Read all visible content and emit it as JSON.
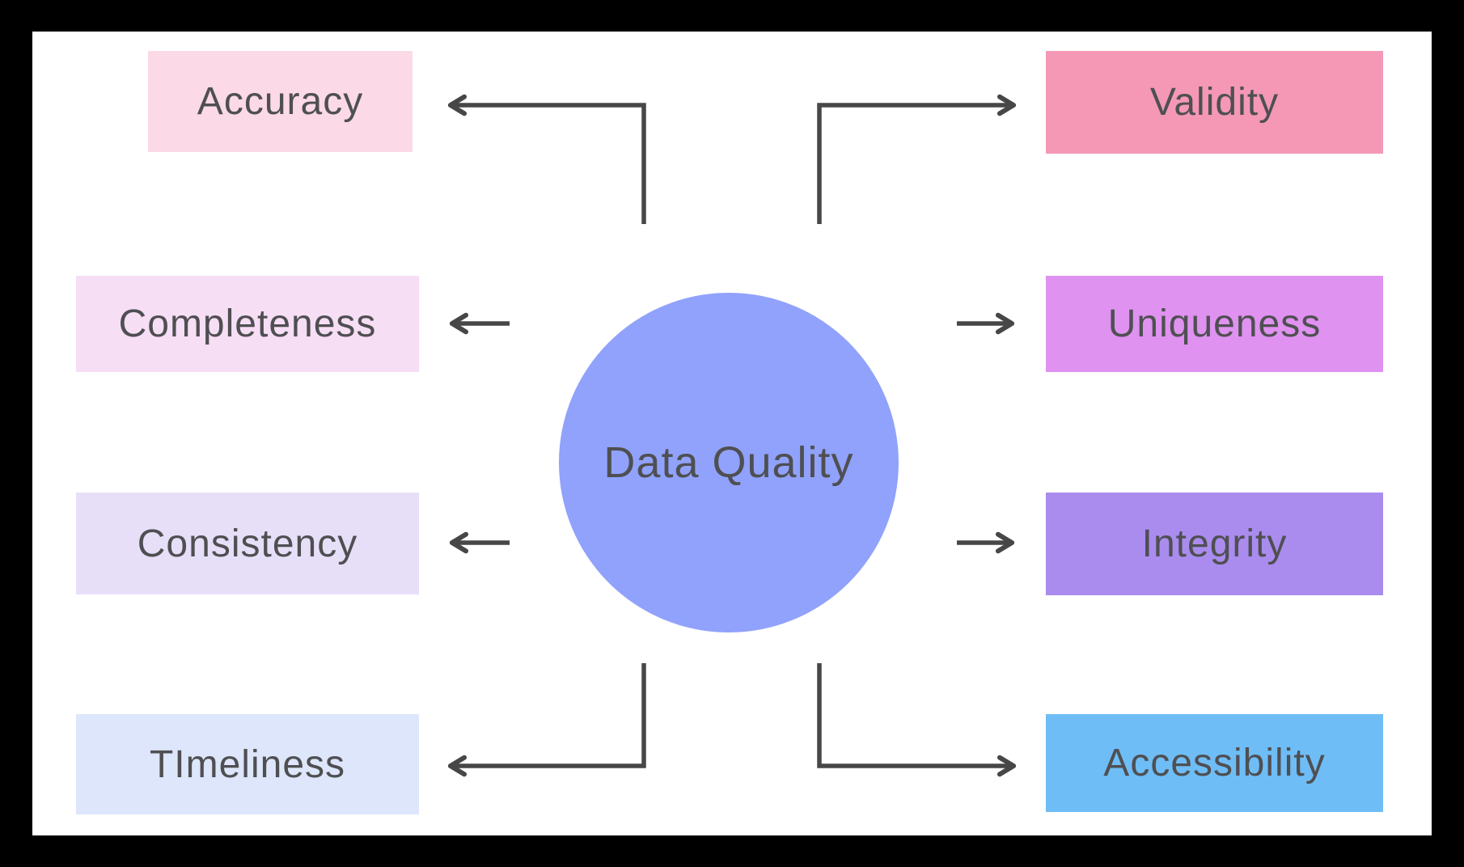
{
  "diagram": {
    "title": "Data Quality",
    "center": {
      "label": "Data Quality",
      "color": "#90a2fb",
      "text_color": "#4f4f52"
    },
    "nodes": [
      {
        "id": "accuracy",
        "label": "Accuracy",
        "color": "#fbd9e6",
        "side": "left",
        "row": 1
      },
      {
        "id": "validity",
        "label": "Validity",
        "color": "#f498b6",
        "side": "right",
        "row": 1
      },
      {
        "id": "completeness",
        "label": "Completeness",
        "color": "#f6def5",
        "side": "left",
        "row": 2
      },
      {
        "id": "uniqueness",
        "label": "Uniqueness",
        "color": "#df92f0",
        "side": "right",
        "row": 2
      },
      {
        "id": "consistency",
        "label": "Consistency",
        "color": "#e7dff8",
        "side": "left",
        "row": 3
      },
      {
        "id": "integrity",
        "label": "Integrity",
        "color": "#aa8cef",
        "side": "right",
        "row": 3
      },
      {
        "id": "timeliness",
        "label": "TImeliness",
        "color": "#dde6fb",
        "side": "left",
        "row": 4
      },
      {
        "id": "accessibility",
        "label": "Accessibility",
        "color": "#6fbdf6",
        "side": "right",
        "row": 4
      }
    ],
    "arrow_color": "#474747",
    "text_color": "#4f4f52",
    "canvas_color": "#ffffff",
    "frame_color": "#000000"
  }
}
